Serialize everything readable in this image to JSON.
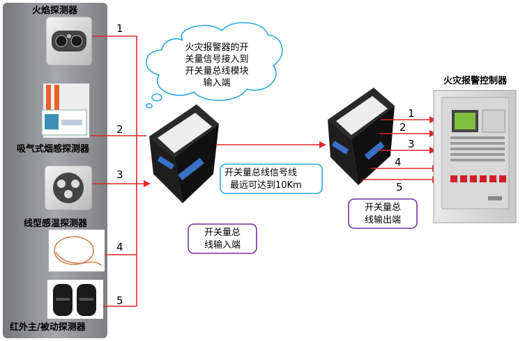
{
  "sensors": [
    {
      "label": "火焰探测器",
      "line_number": "1",
      "icon": "flame-detector-icon"
    },
    {
      "label": "吸气式烟感探测器",
      "line_number": "2",
      "icon": "aspirating-smoke-detector-icon"
    },
    {
      "label": "",
      "line_number": "3",
      "icon": "detector-icon"
    },
    {
      "label": "线型感温探测器",
      "line_number": "4",
      "icon": "linear-heat-cable-icon"
    },
    {
      "label": "红外主/被动探测器",
      "line_number": "5",
      "icon": "infrared-beam-detector-icon"
    }
  ],
  "cloud_callout": {
    "lines": [
      "火灾报警器的开",
      "关量信号接入到",
      "开关量总线模块",
      "输入端"
    ]
  },
  "input_module_label": {
    "lines": [
      "开关量总",
      "线输入端"
    ]
  },
  "bus_signal_label": {
    "lines": [
      "开关量总线信号线",
      "最远可达到10Km"
    ]
  },
  "output_module_label": {
    "lines": [
      "开关量总",
      "线输出端"
    ]
  },
  "controller": {
    "title": "火灾报警控制器",
    "output_numbers": [
      "1",
      "2",
      "3",
      "4",
      "5"
    ]
  },
  "colors": {
    "panel_gray": "#8a8b8f",
    "wire_red": "#e3252c",
    "callout_blue": "#2aa8e0",
    "callout_purple": "#7030a0"
  }
}
